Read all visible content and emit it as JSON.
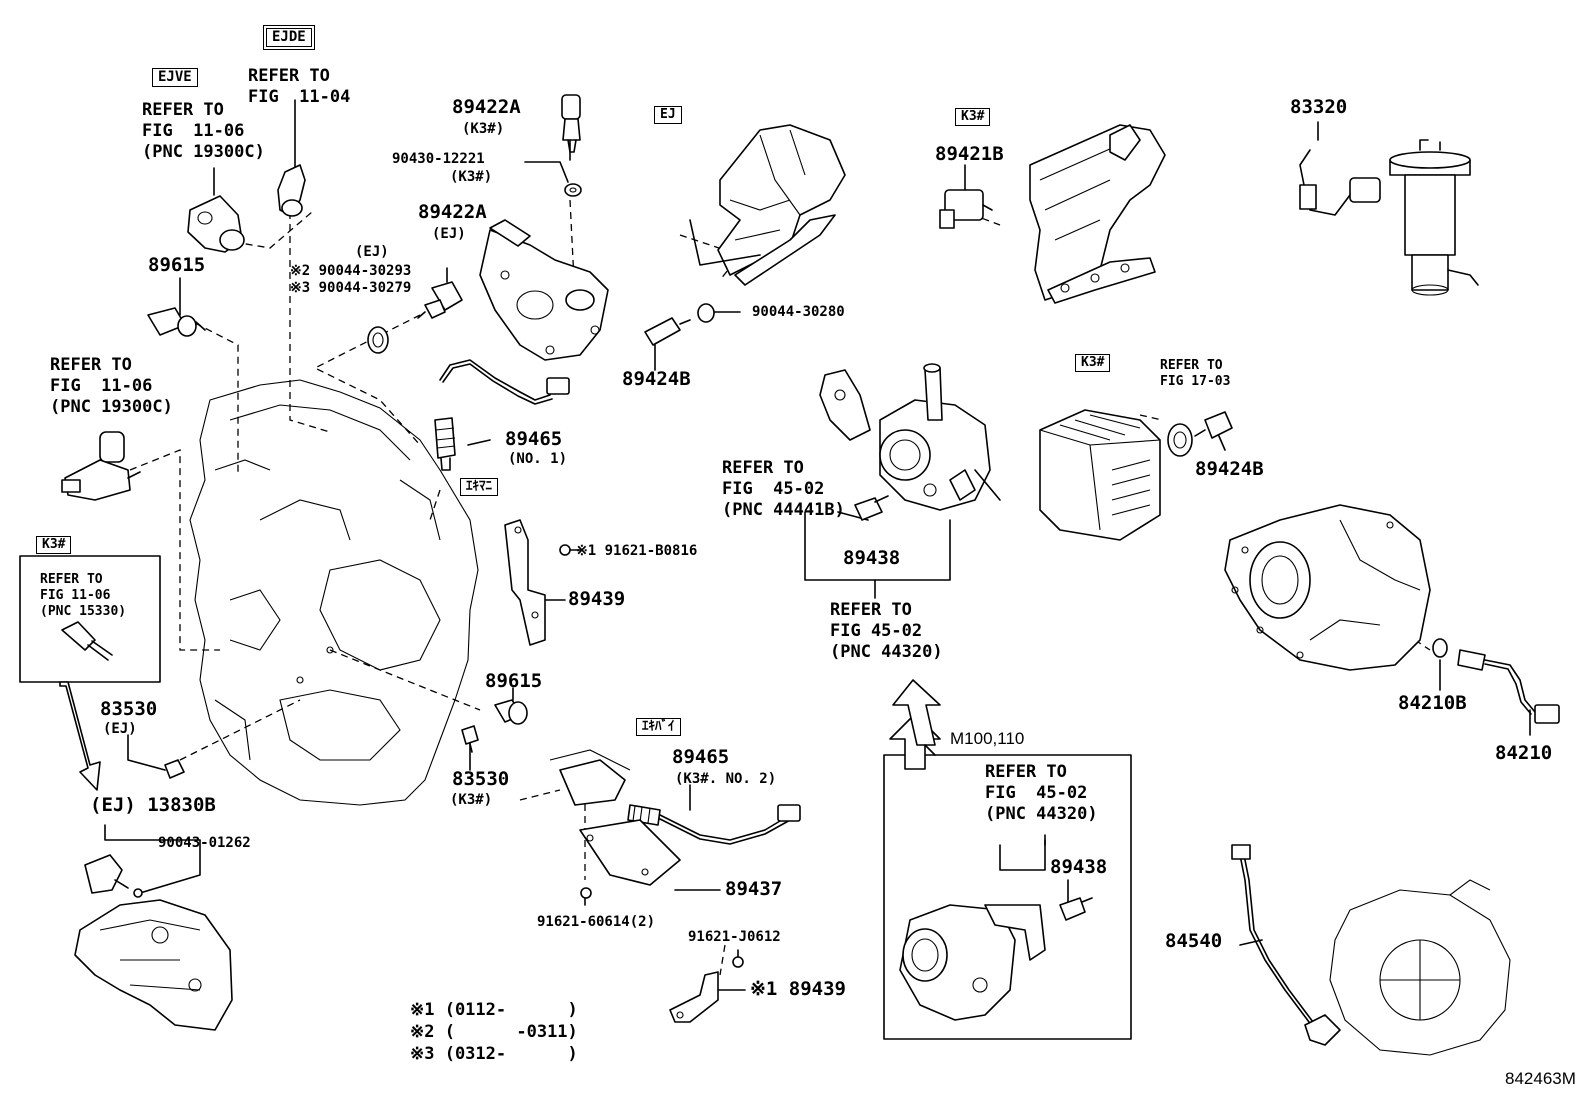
{
  "tags": {
    "ejve": "EJVE",
    "ejde": "EJDE",
    "ej_top": "EJ",
    "k3_top": "K3#",
    "k3_mid": "K3#",
    "k3_left": "K3#",
    "ekimani": "ｴｷﾏﾆ",
    "ekibai": "ｴｷﾊﾞｲ"
  },
  "refs": {
    "ejve_ref": "REFER TO\nFIG  11-06\n(PNC 19300C)",
    "ejde_ref": "REFER TO\nFIG  11-04",
    "left_ref": "REFER TO\nFIG  11-06\n(PNC 19300C)",
    "k3_box_ref": "REFER TO\nFIG 11-06\n(PNC 15330)",
    "throttle_ref": "REFER TO\nFIG  45-02\n(PNC 44441B)",
    "center_ref": "REFER TO\nFIG 45-02\n(PNC 44320)",
    "fig1703_ref": "REFER TO\nFIG 17-03",
    "m100_ref": "REFER TO\nFIG  45-02\n(PNC 44320)"
  },
  "parts": {
    "p89422a_top": "89422A",
    "p89422a_top_sub": "(K3#)",
    "p90430": "90430-12221",
    "p90430_sub": "(K3#)",
    "p89422a_mid": "89422A",
    "p89422a_mid_sub": "(EJ)",
    "p90044_ej": "(EJ)",
    "p90044_293": "※2 90044-30293",
    "p90044_279": "※3 90044-30279",
    "p89615_a": "89615",
    "p89465_1": "89465",
    "p89465_1_sub": "(NO. 1)",
    "p90044_280": "90044-30280",
    "p89424b_a": "89424B",
    "p89421b": "89421B",
    "p83320": "83320",
    "p89424b_b": "89424B",
    "p89438_a": "89438",
    "p91621_b0816": "※1 91621-B0816",
    "p89439_a": "89439",
    "p89615_b": "89615",
    "p83530_ej": "83530",
    "p83530_ej_sub": "(EJ)",
    "p83530_k3": "83530",
    "p83530_k3_sub": "(K3#)",
    "p13830b": "(EJ) 13830B",
    "p90043": "90043-01262",
    "p89465_2": "89465",
    "p89465_2_sub": "(K3#. NO. 2)",
    "p89437": "89437",
    "p91621_60614": "91621-60614(2)",
    "p91621_j0612": "91621-J0612",
    "p89439_b": "※1 89439",
    "p84210b": "84210B",
    "p84210": "84210",
    "m100_title": "M100,110",
    "p89438_b": "89438",
    "p84540": "84540"
  },
  "legend": {
    "n1": "※1 (0112-      )",
    "n2": "※2 (      -0311)",
    "n3": "※3 (0312-      )"
  },
  "figure_id": "842463M"
}
